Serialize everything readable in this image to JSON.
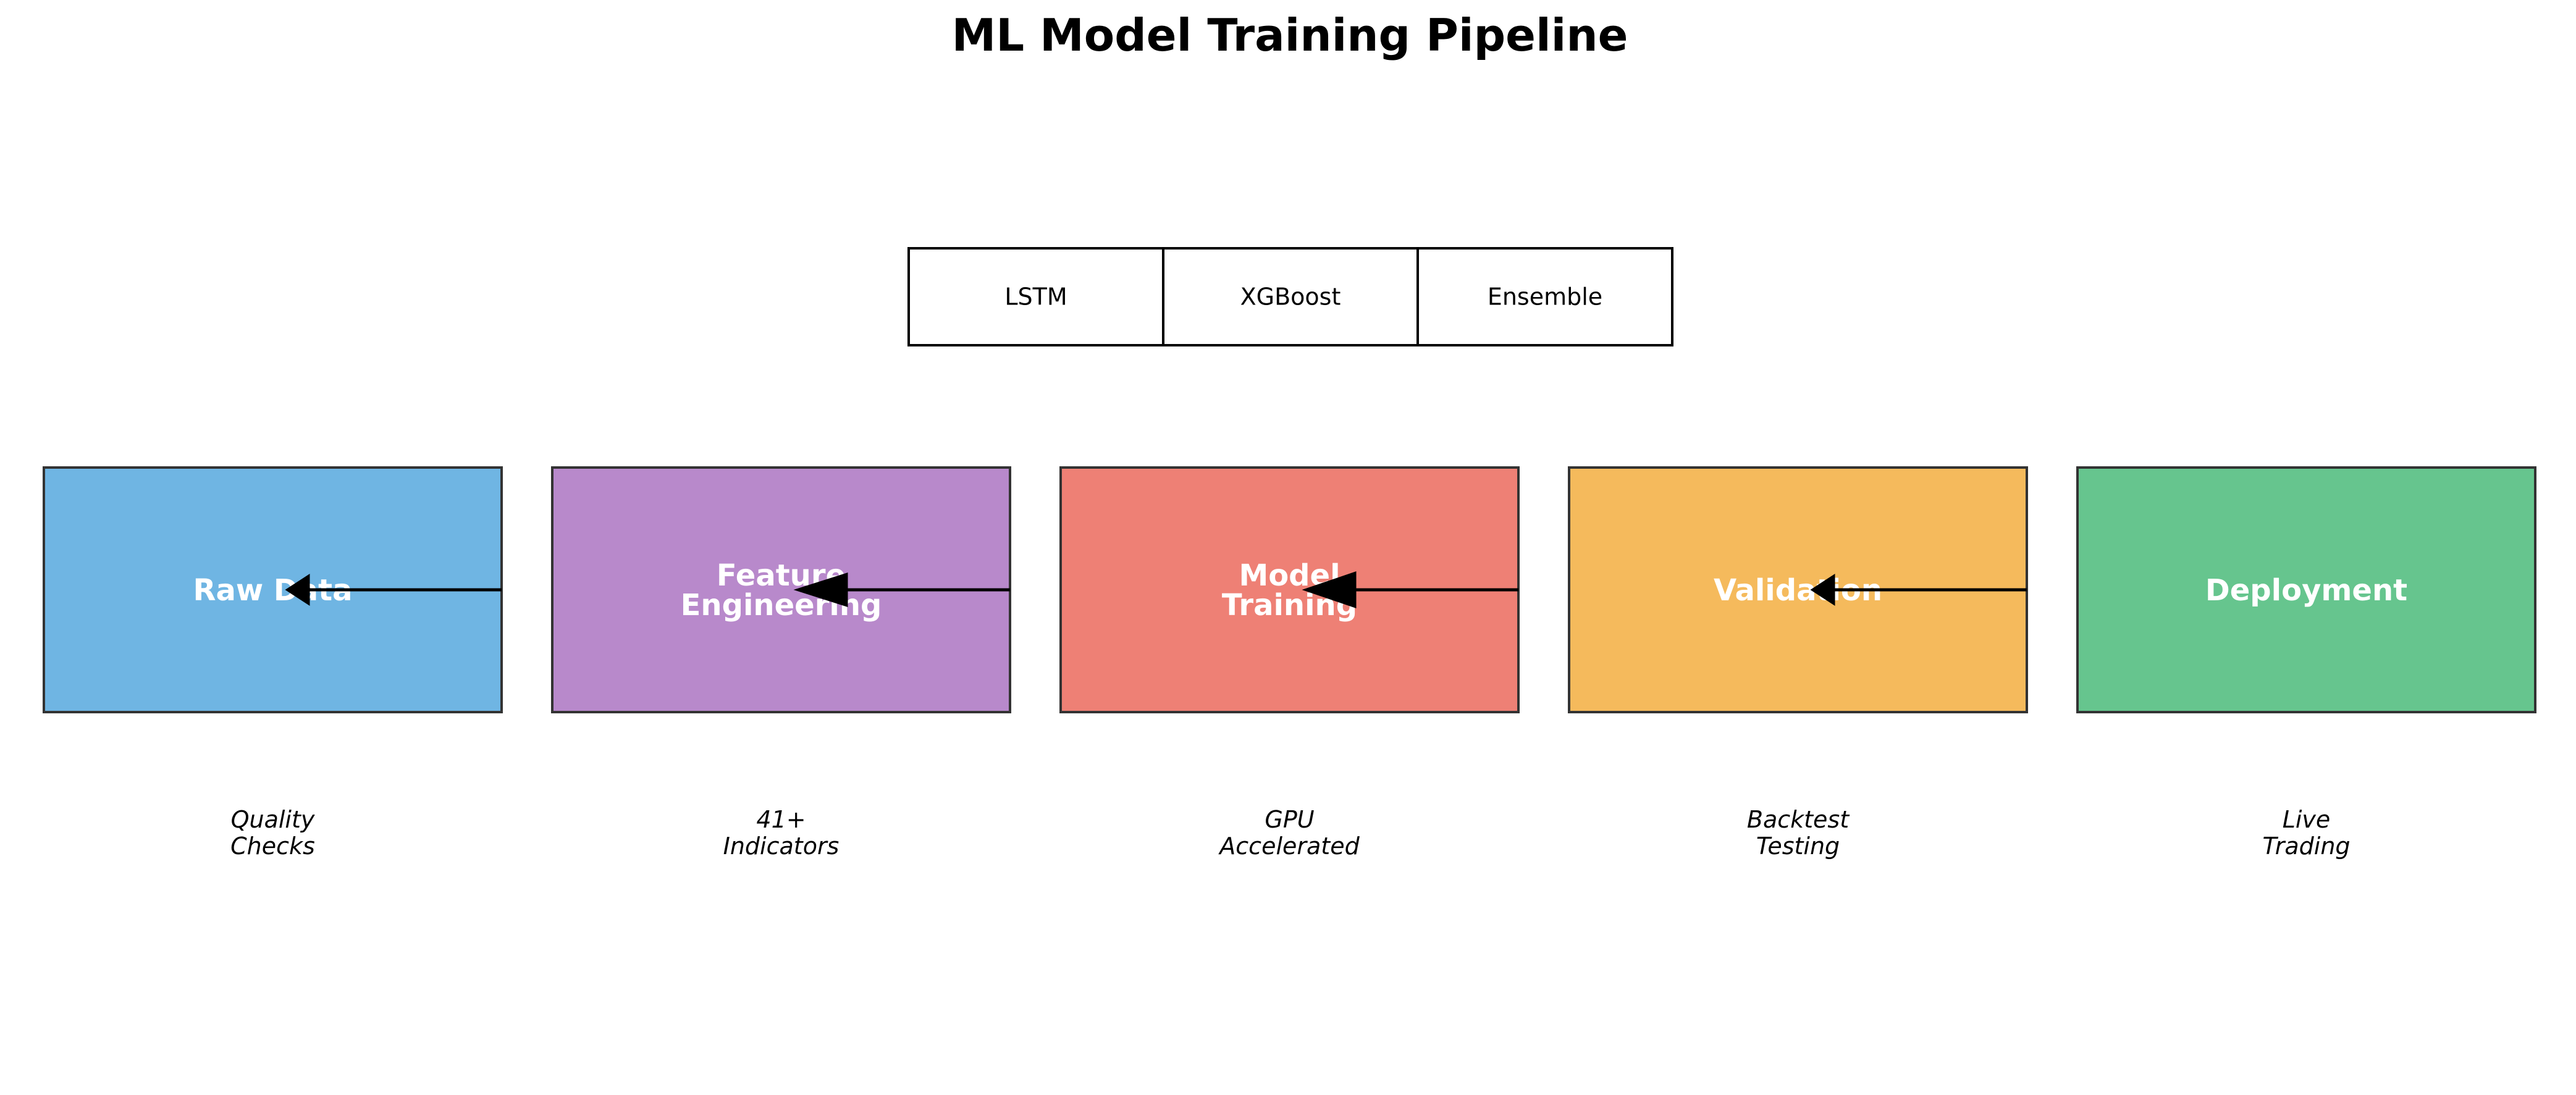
{
  "title": "ML Model Training Pipeline",
  "models": [
    "LSTM",
    "XGBoost",
    "Ensemble"
  ],
  "stages": [
    {
      "label_lines": [
        "Raw Data"
      ],
      "note_lines": [
        "Quality",
        "Checks"
      ],
      "color": "#6fb5e3"
    },
    {
      "label_lines": [
        "Feature",
        "Engineering"
      ],
      "note_lines": [
        "41+",
        "Indicators"
      ],
      "color": "#b889cb"
    },
    {
      "label_lines": [
        "Model",
        "Training"
      ],
      "note_lines": [
        "GPU",
        "Accelerated"
      ],
      "color": "#ee8075"
    },
    {
      "label_lines": [
        "Validation"
      ],
      "note_lines": [
        "Backtest",
        "Testing"
      ],
      "color": "#f5ba5c"
    },
    {
      "label_lines": [
        "Deployment"
      ],
      "note_lines": [
        "Live",
        "Trading"
      ],
      "color": "#66c58e"
    }
  ],
  "colors": {
    "stage_border": "#333333",
    "model_border": "#000000",
    "arrow": "#000000"
  }
}
